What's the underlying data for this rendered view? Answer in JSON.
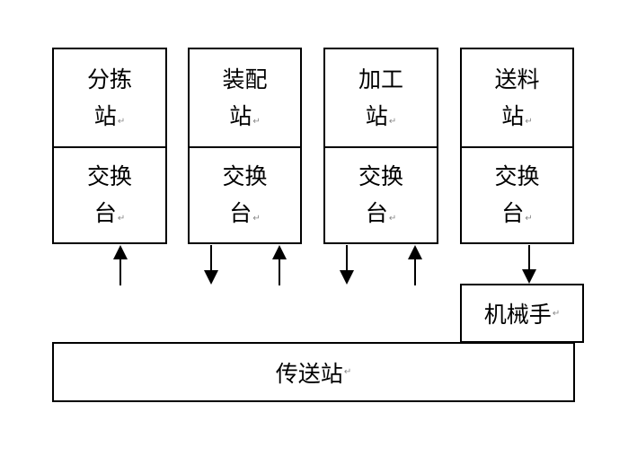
{
  "stations": [
    {
      "name_line1": "分拣",
      "name_line2": "站",
      "table_line1": "交换",
      "table_line2": "台"
    },
    {
      "name_line1": "装配",
      "name_line2": "站",
      "table_line1": "交换",
      "table_line2": "台"
    },
    {
      "name_line1": "加工",
      "name_line2": "站",
      "table_line1": "交换",
      "table_line2": "台"
    },
    {
      "name_line1": "送料",
      "name_line2": "站",
      "table_line1": "交换",
      "table_line2": "台"
    }
  ],
  "robot": {
    "label": "机械手"
  },
  "conveyor": {
    "label": "传送站"
  },
  "paragraph_mark": "↵"
}
